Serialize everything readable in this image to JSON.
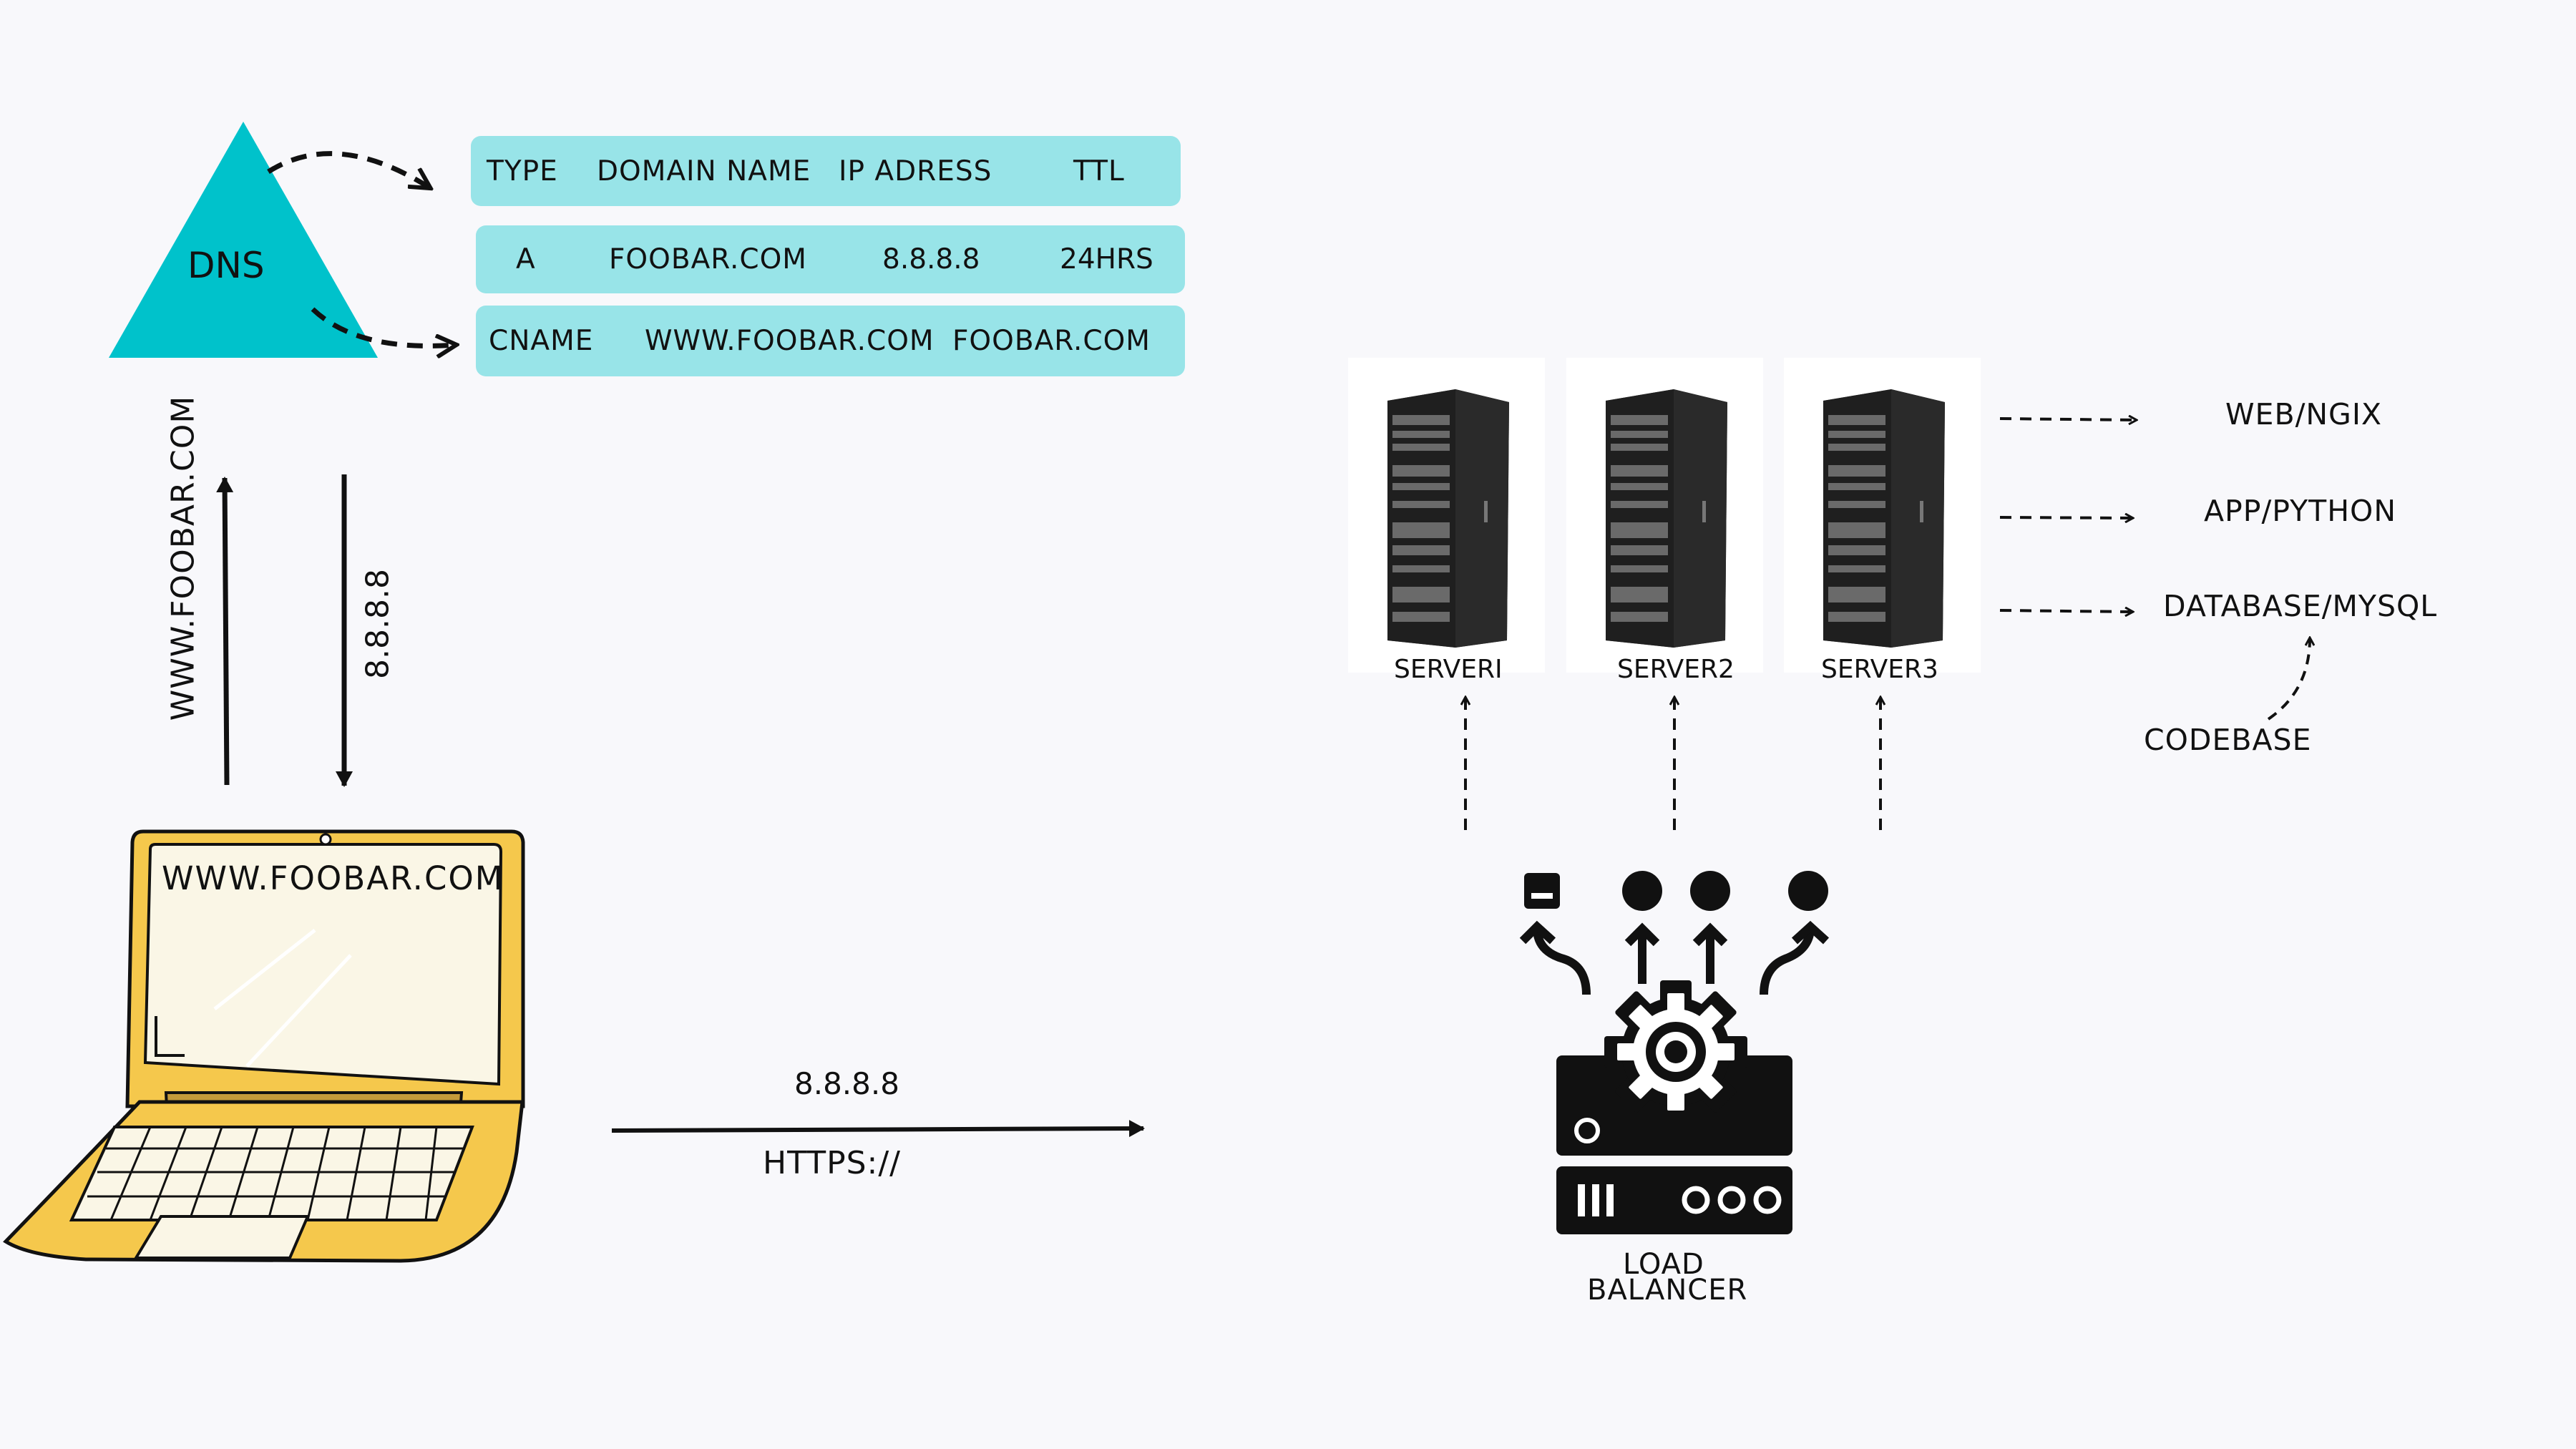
{
  "dns": {
    "label": "DNS",
    "table": {
      "header": [
        "TYPE",
        "DOMAIN NAME",
        "IP ADRESS",
        "TTL"
      ],
      "rows": [
        [
          "A",
          "FOOBAR.COM",
          "8.8.8.8",
          "24HRS"
        ],
        [
          "CNAME",
          "WWW.FOOBAR.COM",
          "FOOBAR.COM"
        ]
      ]
    }
  },
  "client": {
    "screen_text": "WWW.FOOBAR.COM",
    "query_label": "WWW.FOOBAR.COM",
    "response_label": "8.8.8.8"
  },
  "request": {
    "ip_label": "8.8.8.8",
    "protocol_label": "HTTPS://"
  },
  "servers": [
    {
      "name": "SERVERI"
    },
    {
      "name": "SERVER2"
    },
    {
      "name": "SERVER3"
    }
  ],
  "stack": [
    "WEB/NGIX",
    "APP/PYTHON",
    "DATABASE/MYSQL"
  ],
  "codebase_label": "CODEBASE",
  "load_balancer": {
    "line1": "LOAD",
    "line2": "BALANCER"
  },
  "colors": {
    "background": "#f8f8fb",
    "dns_triangle": "#00c2cb",
    "table_row": "#98e4e8",
    "laptop_body": "#f5c84c",
    "laptop_screen": "#faf6e6"
  }
}
